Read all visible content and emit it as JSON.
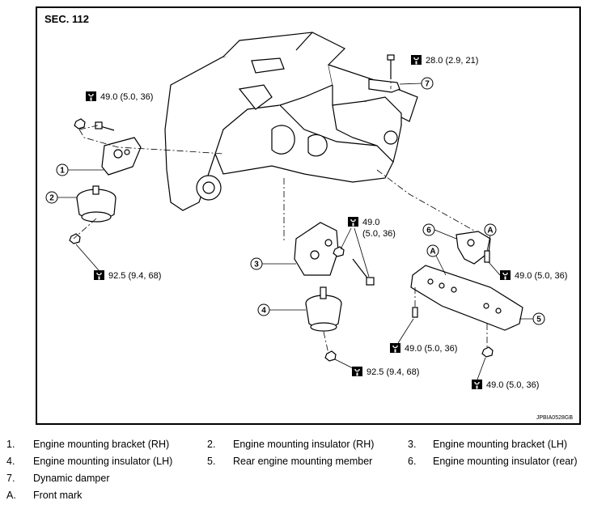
{
  "figure": {
    "section": "SEC. 112",
    "code": "JPBIA0528GB",
    "callouts": [
      "1",
      "2",
      "3",
      "4",
      "5",
      "6",
      "7"
    ],
    "front_mark": "A",
    "torques": {
      "t_upper_left": "49.0 (5.0, 36)",
      "t_top_right": "28.0 (2.9, 21)",
      "t_lower_left": "92.5 (9.4, 68)",
      "t_center_line1": "49.0",
      "t_center_line2": "(5.0, 36)",
      "t_right": "49.0 (5.0, 36)",
      "t_bottom_center": "92.5 (9.4, 68)",
      "t_member_left": "49.0 (5.0, 36)",
      "t_member_bottom": "49.0 (5.0, 36)"
    },
    "icon": "torque-wrench-icon"
  },
  "legend": [
    {
      "num": "1.",
      "text": "Engine mounting bracket (RH)"
    },
    {
      "num": "2.",
      "text": "Engine mounting insulator (RH)"
    },
    {
      "num": "3.",
      "text": "Engine mounting bracket (LH)"
    },
    {
      "num": "4.",
      "text": "Engine mounting insulator (LH)"
    },
    {
      "num": "5.",
      "text": "Rear engine mounting member"
    },
    {
      "num": "6.",
      "text": "Engine mounting insulator (rear)"
    },
    {
      "num": "7.",
      "text": "Dynamic damper"
    },
    {
      "num": "A.",
      "text": "Front mark"
    }
  ]
}
